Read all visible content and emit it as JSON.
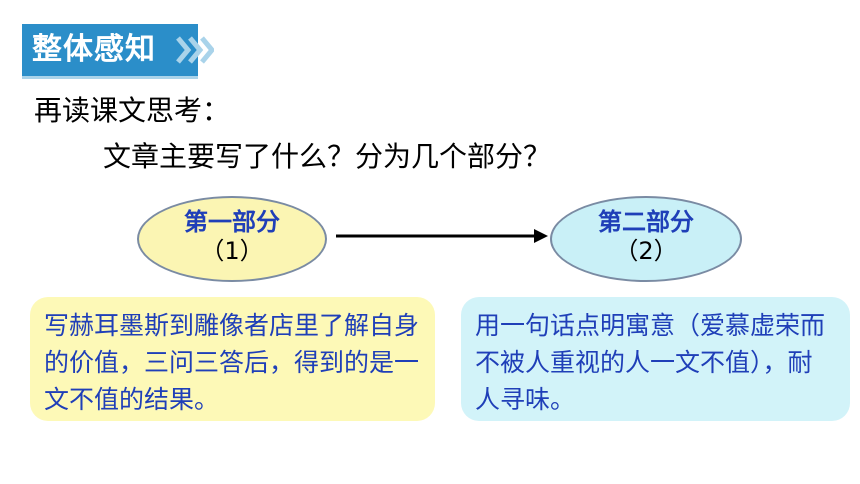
{
  "header": {
    "title": "整体感知"
  },
  "intro": {
    "prompt": "再读课文思考：",
    "question": "文章主要写了什么？分为几个部分？"
  },
  "parts": [
    {
      "title": "第一部分",
      "number": "（1）"
    },
    {
      "title": "第二部分",
      "number": "（2）"
    }
  ],
  "summaries": [
    {
      "text": "写赫耳墨斯到雕像者店里了解自身的价值，三问三答后，得到的是一文不值的结果。"
    },
    {
      "text": "用一句话点明寓意（爱慕虚荣而不被人重视的人一文不值），耐人寻味。"
    }
  ],
  "colors": {
    "header_bg": "#2b8ec9",
    "part_title": "#1f3fb8",
    "part1_bg": "#fbf5b3",
    "part2_bg": "#c9f0f7"
  }
}
